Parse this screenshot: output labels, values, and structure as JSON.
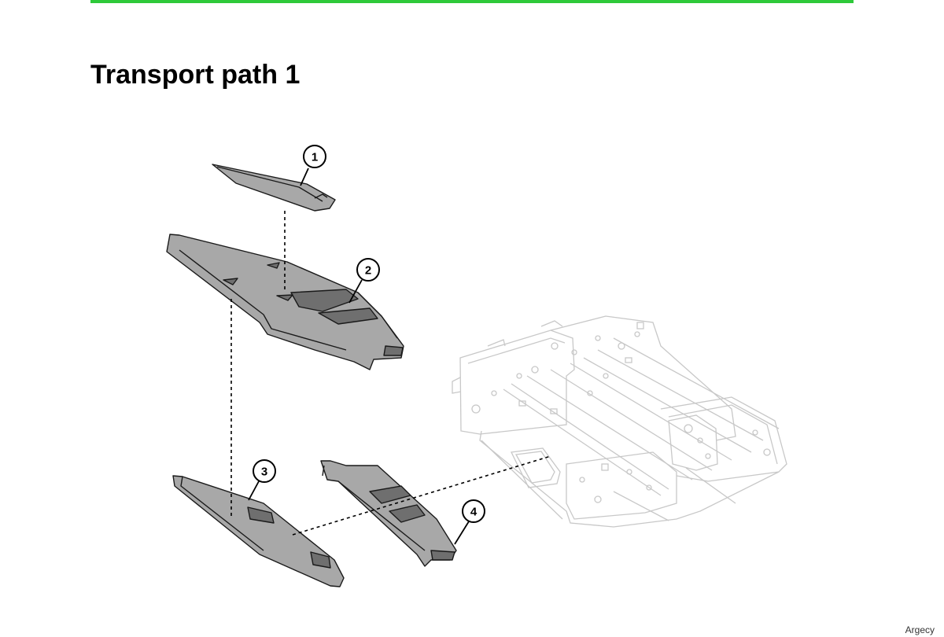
{
  "page": {
    "title": "Transport path 1",
    "watermark": "Argecy"
  },
  "colors": {
    "accent_rule": "#2ec93a",
    "part_fill": "#a8a8a8",
    "part_stroke": "#1a1a1a",
    "frame_stroke": "#c8c8c8",
    "leader": "#000000"
  },
  "diagram": {
    "callouts": [
      {
        "label": "1",
        "part": "upper-guide"
      },
      {
        "label": "2",
        "part": "transport-guide-assembly"
      },
      {
        "label": "3",
        "part": "lower-plate"
      },
      {
        "label": "4",
        "part": "side-guide"
      }
    ],
    "background_part": "printer-frame"
  }
}
